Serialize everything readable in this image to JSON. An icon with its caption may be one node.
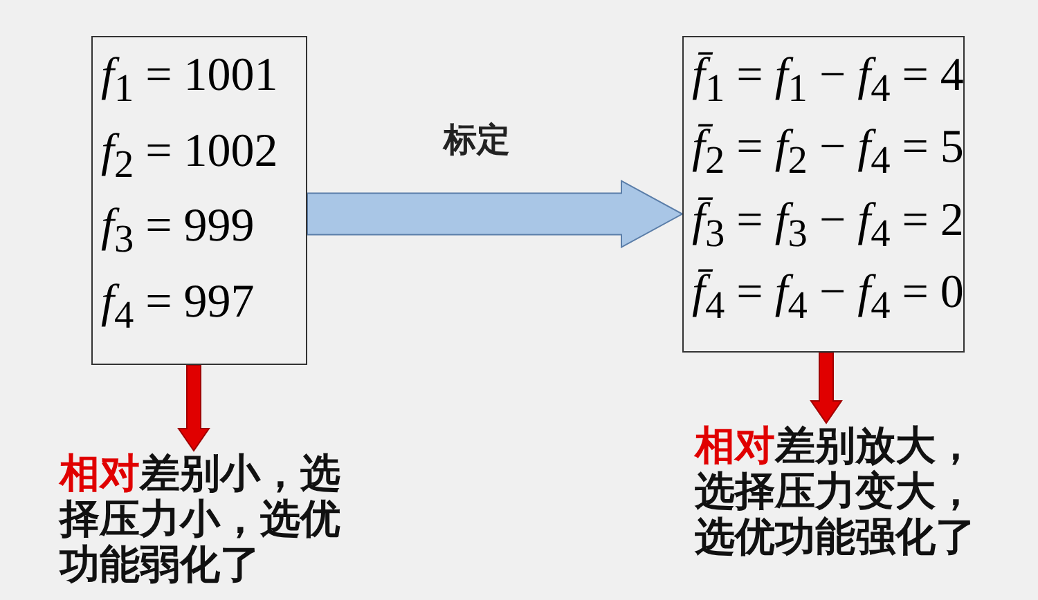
{
  "diagram": {
    "nodes": [
      {
        "text": [
          "*f*$_{1}$ = 1001",
          "*f*$_{2}$ = 1002",
          "*f*$_{3}$ = 999",
          "*f*$_{4}$ = 997"
        ]
      },
      {
        "text": [
          "*f̄*$_{1}$ = *f*$_{1}$ − *f*$_{4}$ = 4",
          "*f̄*$_{2}$ = *f*$_{2}$ − *f*$_{4}$ = 5",
          "*f̄*$_{3}$ = *f*$_{3}$ − *f*$_{4}$ = 2",
          "*f̄*$_{4}$ = *f*$_{4}$ − *f*$_{4}$ = 0"
        ]
      },
      {
        "text": [
          "相对差别小，选择压力小，选优功能弱化了"
        ]
      },
      {
        "text": [
          "相对差别放大，选择压力变大，选优功能强化了"
        ]
      }
    ],
    "edges": [
      {
        "from": 0,
        "to": 1,
        "arrow": "to",
        "label": "标定",
        "style": "thick",
        "color": "#a9c6e6"
      },
      {
        "from": 0,
        "to": 2,
        "arrow": "to",
        "color": "#e00000"
      },
      {
        "from": 1,
        "to": 3,
        "arrow": "to",
        "color": "#e00000"
      }
    ]
  }
}
